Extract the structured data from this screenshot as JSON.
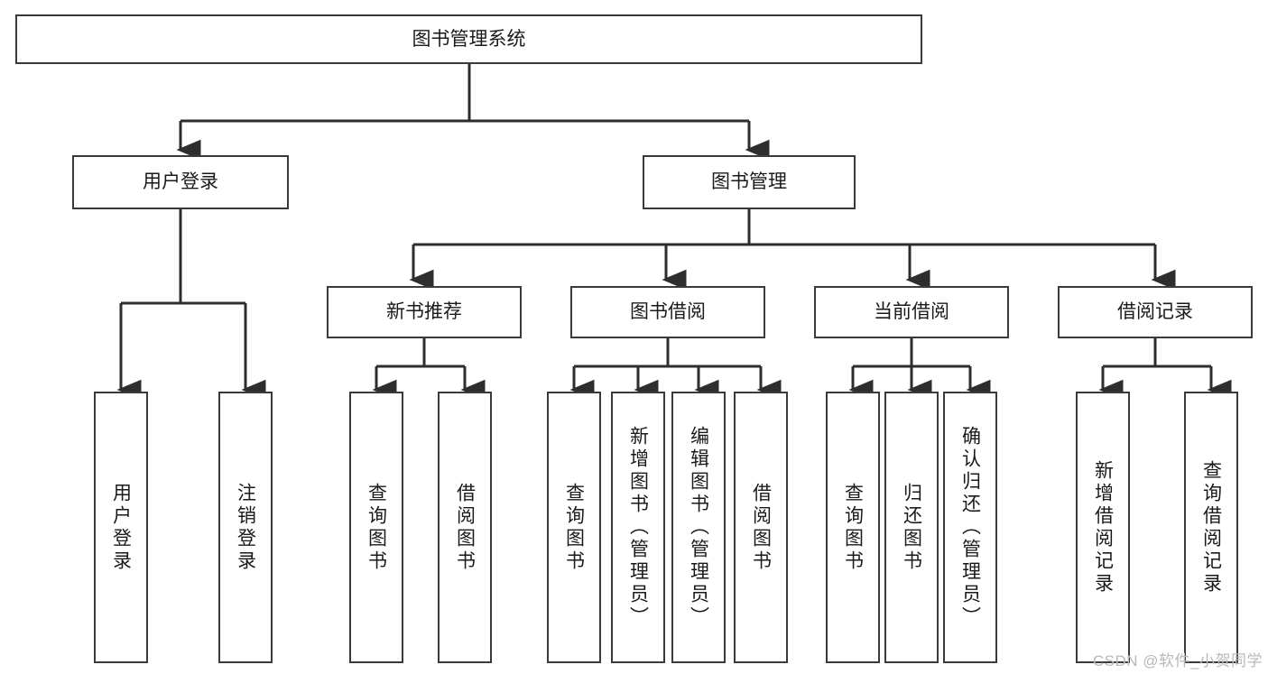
{
  "diagram": {
    "title": "图书管理系统",
    "type": "tree",
    "watermark": "CSDN @软件_小贺同学",
    "root": {
      "label": "图书管理系统"
    },
    "level2": [
      {
        "label": "用户登录"
      },
      {
        "label": "图书管理"
      }
    ],
    "level3": [
      {
        "label": "新书推荐"
      },
      {
        "label": "图书借阅"
      },
      {
        "label": "当前借阅"
      },
      {
        "label": "借阅记录"
      }
    ],
    "leaves": {
      "user_login": [
        {
          "label": "用户登录"
        },
        {
          "label": "注销登录"
        }
      ],
      "new_book_recommend": [
        {
          "label": "查询图书"
        },
        {
          "label": "借阅图书"
        }
      ],
      "book_borrow": [
        {
          "label": "查询图书"
        },
        {
          "label": "新增图书（管理员）"
        },
        {
          "label": "编辑图书（管理员）"
        },
        {
          "label": "借阅图书"
        }
      ],
      "current_borrow": [
        {
          "label": "查询图书"
        },
        {
          "label": "归还图书"
        },
        {
          "label": "确认归还（管理员）"
        }
      ],
      "borrow_record": [
        {
          "label": "新增借阅记录"
        },
        {
          "label": "查询借阅记录"
        }
      ]
    },
    "colors": {
      "stroke": "#3a3a3a",
      "fill": "#ffffff",
      "text": "#1a1a1a",
      "watermark": "#b9b9b9"
    }
  }
}
